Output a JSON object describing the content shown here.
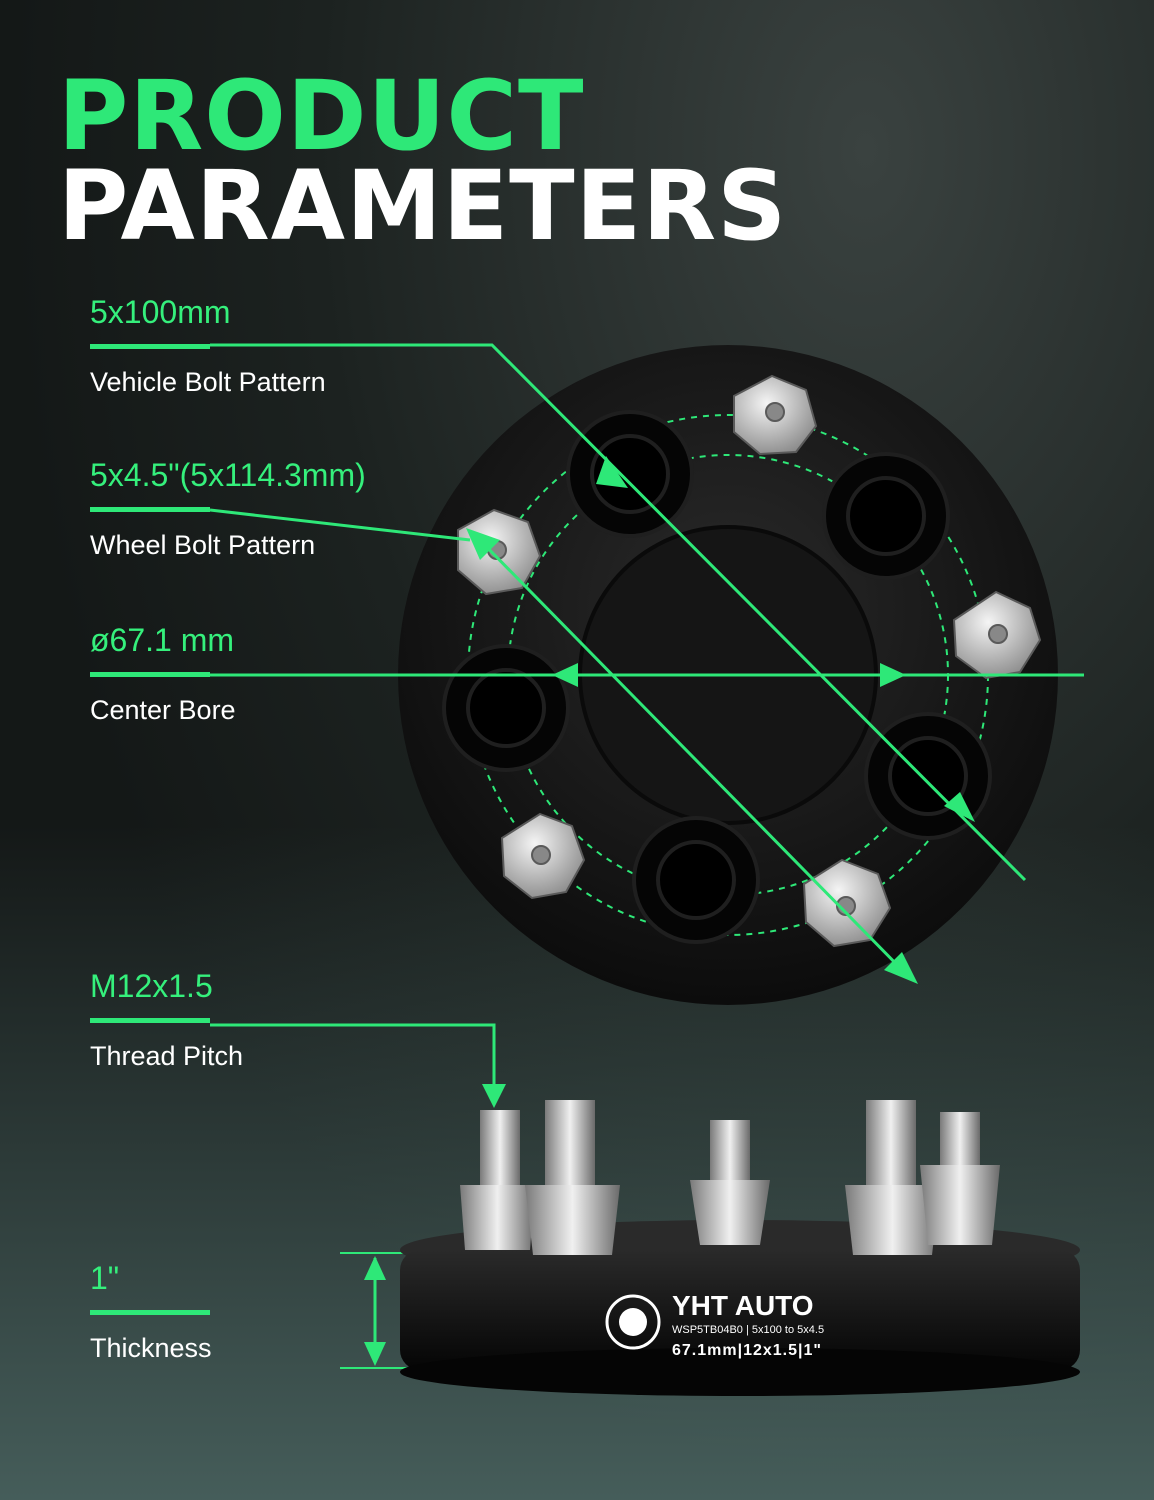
{
  "header": {
    "line1": "PRODUCT",
    "line2": "PARAMETERS"
  },
  "params": [
    {
      "value": "5x100mm",
      "label": "Vehicle Bolt Pattern"
    },
    {
      "value": "5x4.5\"(5x114.3mm)",
      "label": "Wheel Bolt Pattern"
    },
    {
      "value": "ø67.1 mm",
      "label": "Center Bore"
    },
    {
      "value": "M12x1.5",
      "label": "Thread Pitch"
    },
    {
      "value": "1\"",
      "label": "Thickness"
    }
  ],
  "product": {
    "brand": "YHT AUTO",
    "model_line": "WSP5TB04B0 | 5x100 to 5x4.5",
    "spec_line": "67.1mm|12x1.5|1\""
  },
  "colors": {
    "accent": "#2ee878",
    "text": "#ffffff",
    "spacer": "#151515"
  }
}
